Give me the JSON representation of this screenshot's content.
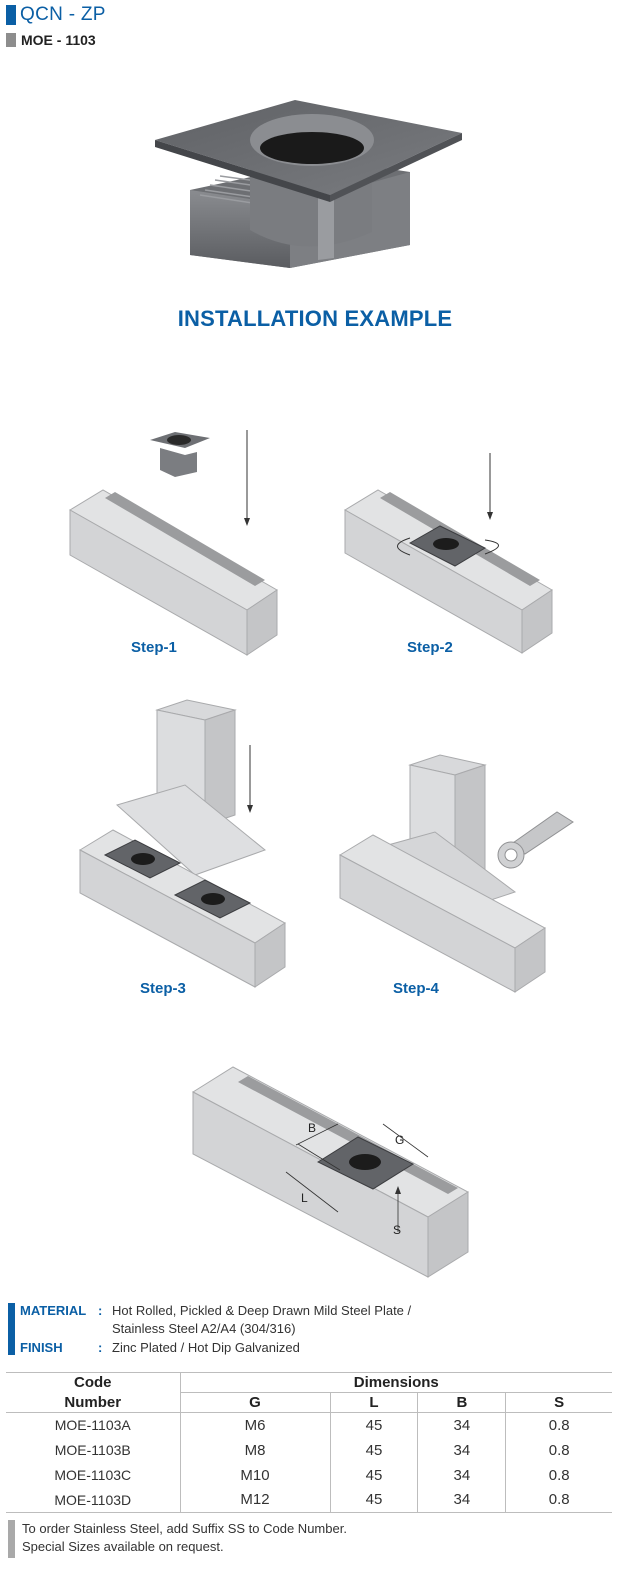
{
  "header": {
    "product_family": "QCN - ZP",
    "product_code": "MOE - 1103"
  },
  "section_title": "INSTALLATION EXAMPLE",
  "steps": [
    {
      "label": "Step-1"
    },
    {
      "label": "Step-2"
    },
    {
      "label": "Step-3"
    },
    {
      "label": "Step-4"
    }
  ],
  "diagram_labels": {
    "b": "B",
    "g": "G",
    "l": "L",
    "s": "S"
  },
  "specs": {
    "material_key": "MATERIAL",
    "material_line1": "Hot Rolled, Pickled & Deep Drawn Mild Steel Plate /",
    "material_line2": "Stainless Steel A2/A4 (304/316)",
    "finish_key": "FINISH",
    "finish_value": "Zinc Plated / Hot Dip Galvanized",
    "separator": ":"
  },
  "table": {
    "code_header_line1": "Code",
    "code_header_line2": "Number",
    "dimensions_header": "Dimensions",
    "columns": [
      "G",
      "L",
      "B",
      "S"
    ],
    "rows": [
      {
        "code": "MOE-1103A",
        "g": "M6",
        "l": "45",
        "b": "34",
        "s": "0.8"
      },
      {
        "code": "MOE-1103B",
        "g": "M8",
        "l": "45",
        "b": "34",
        "s": "0.8"
      },
      {
        "code": "MOE-1103C",
        "g": "M10",
        "l": "45",
        "b": "34",
        "s": "0.8"
      },
      {
        "code": "MOE-1103D",
        "g": "M12",
        "l": "45",
        "b": "34",
        "s": "0.8"
      }
    ]
  },
  "notes": {
    "line1": "To order Stainless Steel, add Suffix SS to Code Number.",
    "line2": "Special Sizes available on request."
  },
  "colors": {
    "brand_blue": "#0b5fa5",
    "gray_bar": "#8d8d8d"
  }
}
